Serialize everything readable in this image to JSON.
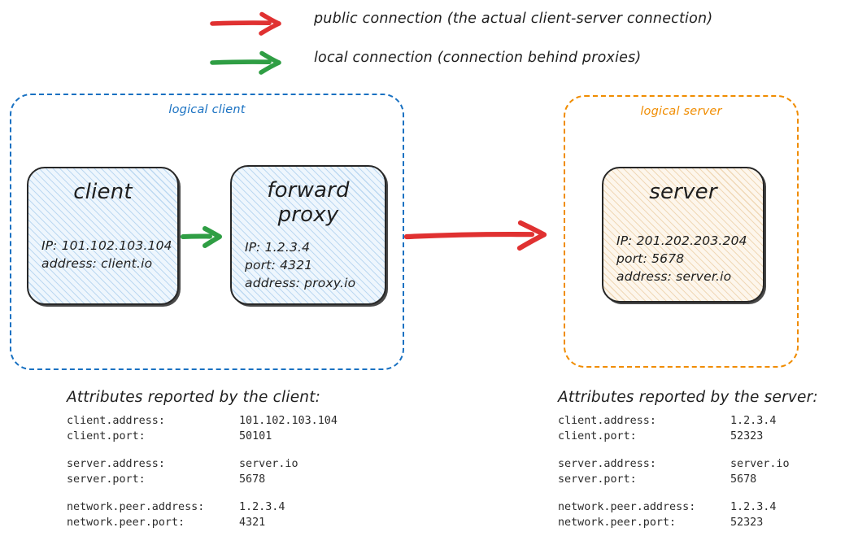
{
  "colors": {
    "public_arrow": "#e03131",
    "local_arrow": "#2f9e44",
    "logical_client_border": "#1971c2",
    "logical_server_border": "#f08c00",
    "node_border": "#272727",
    "client_fill": "#eef6fd",
    "server_fill": "#fdf6ec",
    "text": "#1e1e1e"
  },
  "legend": {
    "items": [
      {
        "icon": "red-arrow-icon",
        "color": "#e03131",
        "label": "public connection (the actual client-server connection)"
      },
      {
        "icon": "green-arrow-icon",
        "color": "#2f9e44",
        "label": "local connection (connection behind proxies)"
      }
    ]
  },
  "groups": {
    "client": {
      "label": "logical client"
    },
    "server": {
      "label": "logical server"
    }
  },
  "nodes": {
    "client": {
      "title": "client",
      "props": [
        "IP: 101.102.103.104",
        "address: client.io"
      ]
    },
    "proxy": {
      "title": "forward\nproxy",
      "props": [
        "IP: 1.2.3.4",
        "port: 4321",
        "address: proxy.io"
      ]
    },
    "server": {
      "title": "server",
      "props": [
        "IP: 201.202.203.204",
        "port: 5678",
        "address: server.io"
      ]
    }
  },
  "connections": [
    {
      "name": "client-to-proxy",
      "kind": "local",
      "color": "#2f9e44"
    },
    {
      "name": "proxy-to-server",
      "kind": "public",
      "color": "#e03131"
    }
  ],
  "attributes": {
    "client": {
      "heading": "Attributes reported by the client:",
      "groups": [
        [
          {
            "key": "client.address:",
            "value": "101.102.103.104"
          },
          {
            "key": "client.port:",
            "value": "50101"
          }
        ],
        [
          {
            "key": "server.address:",
            "value": "server.io"
          },
          {
            "key": "server.port:",
            "value": "5678"
          }
        ],
        [
          {
            "key": "network.peer.address:",
            "value": "1.2.3.4"
          },
          {
            "key": "network.peer.port:",
            "value": "4321"
          }
        ]
      ]
    },
    "server": {
      "heading": "Attributes reported by the server:",
      "groups": [
        [
          {
            "key": "client.address:",
            "value": "1.2.3.4"
          },
          {
            "key": "client.port:",
            "value": "52323"
          }
        ],
        [
          {
            "key": "server.address:",
            "value": "server.io"
          },
          {
            "key": "server.port:",
            "value": "5678"
          }
        ],
        [
          {
            "key": "network.peer.address:",
            "value": "1.2.3.4"
          },
          {
            "key": "network.peer.port:",
            "value": "52323"
          }
        ]
      ]
    }
  }
}
